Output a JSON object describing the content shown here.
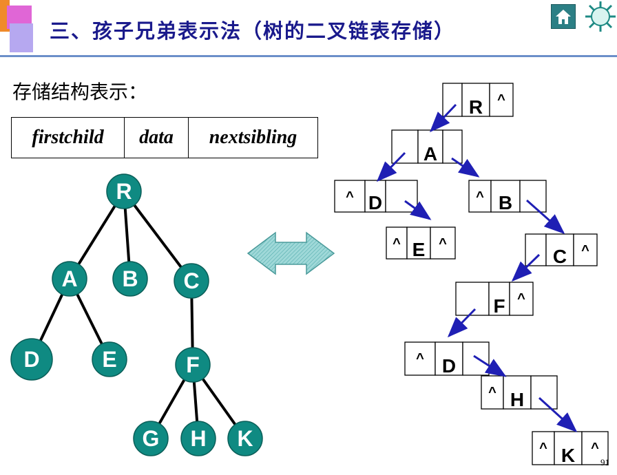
{
  "header": {
    "title": "三、孩子兄弟表示法（树的二叉链表存储）",
    "home_icon": "home-icon",
    "sun_icon": "sun-icon",
    "accent": "#1a1a8c"
  },
  "structure": {
    "label": "存储结构表示：",
    "fields": [
      "firstchild",
      "data",
      "nextsibling"
    ]
  },
  "tree": {
    "node_color": "#0f8a82",
    "nodes": [
      "R",
      "A",
      "B",
      "C",
      "D",
      "E",
      "F",
      "G",
      "H",
      "K"
    ],
    "edges": [
      [
        "R",
        "A"
      ],
      [
        "R",
        "B"
      ],
      [
        "R",
        "C"
      ],
      [
        "A",
        "D"
      ],
      [
        "A",
        "E"
      ],
      [
        "C",
        "F"
      ],
      [
        "F",
        "G"
      ],
      [
        "F",
        "H"
      ],
      [
        "F",
        "K"
      ]
    ]
  },
  "double_arrow": {
    "icon": "double-arrow-icon",
    "color": "#7ec8c8"
  },
  "binary_list": {
    "null_symbol": "^",
    "nodes": [
      {
        "data": "R",
        "firstchild": "",
        "nextsibling": "^"
      },
      {
        "data": "A",
        "firstchild": "",
        "nextsibling": ""
      },
      {
        "data": "D",
        "firstchild": "^",
        "nextsibling": ""
      },
      {
        "data": "E",
        "firstchild": "^",
        "nextsibling": "^"
      },
      {
        "data": "B",
        "firstchild": "^",
        "nextsibling": ""
      },
      {
        "data": "C",
        "firstchild": "",
        "nextsibling": "^"
      },
      {
        "data": "F",
        "firstchild": "",
        "nextsibling": "^"
      },
      {
        "data": "D",
        "firstchild": "^",
        "nextsibling": ""
      },
      {
        "data": "H",
        "firstchild": "^",
        "nextsibling": ""
      },
      {
        "data": "K",
        "firstchild": "^",
        "nextsibling": "^"
      }
    ],
    "arrow_color": "#1f1fb4"
  },
  "footer": {
    "page_number": "91"
  }
}
